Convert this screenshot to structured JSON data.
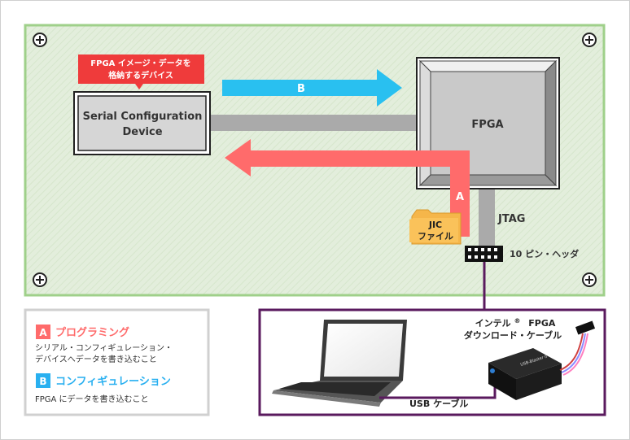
{
  "board": {
    "scd_label_line1": "Serial Configuration",
    "scd_label_line2": "Device",
    "callout_line1": "FPGA イメージ・データを",
    "callout_line2": "格納するデバイス",
    "fpga_label": "FPGA",
    "arrow_b_label": "B",
    "arrow_a_label": "A",
    "jic_line1": "JIC",
    "jic_line2": "ファイル",
    "jtag_label": "JTAG",
    "header_label": "10 ピン・ヘッダ"
  },
  "host": {
    "cable_title_line1": "インテル",
    "cable_title_reg": "®",
    "cable_title_fpga": "FPGA",
    "cable_title_line2": "ダウンロード・ケーブル",
    "usb_label": "USB ケーブル",
    "device_brand": "USB-Blaster II"
  },
  "legend": {
    "a_badge": "A",
    "a_title": "プログラミング",
    "a_desc_line1": "シリアル・コンフィギュレーション・",
    "a_desc_line2": "デバイスへデータを書き込むこと",
    "b_badge": "B",
    "b_title": "コンフィギュレーション",
    "b_desc": "FPGA にデータを書き込むこと"
  },
  "colors": {
    "board_fill": "#e6f0e0",
    "board_border": "#9fd08a",
    "arrow_b": "#29c0f0",
    "arrow_a": "#ff6b6b",
    "callout": "#ef3b3b",
    "connector": "#aaaaaa",
    "host_border": "#5a1a5e",
    "legend_border": "#d0d0d0",
    "badge_a": "#ff6b6b",
    "badge_b": "#29b0f0"
  }
}
